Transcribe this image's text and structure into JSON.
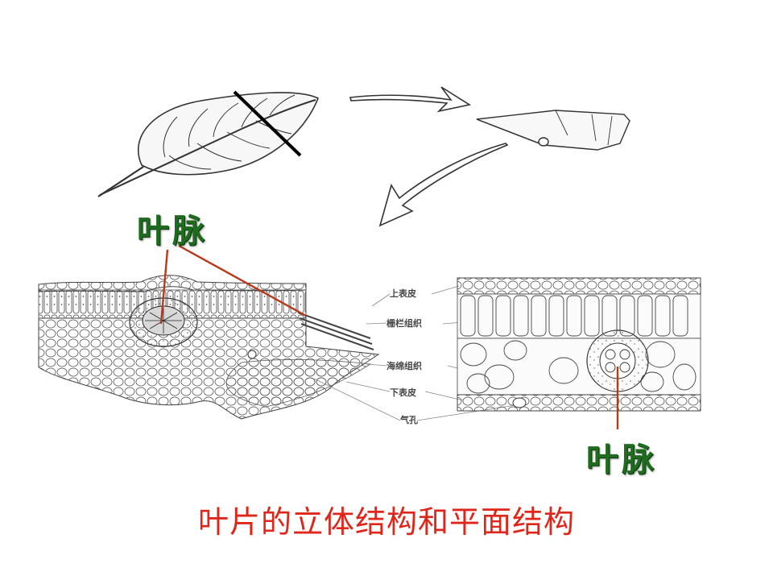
{
  "labels": {
    "vein_top": "叶脉",
    "vein_bottom": "叶脉",
    "upper_epidermis": "上表皮",
    "palisade": "栅栏组织",
    "spongy": "海绵组织",
    "lower_epidermis": "下表皮",
    "stoma": "气孔"
  },
  "caption": "叶片的立体结构和平面结构",
  "colors": {
    "pointer_line": "#b8391a",
    "vein_label": "#1f6b1f",
    "caption": "#e0261a",
    "drawing": "#333333"
  }
}
